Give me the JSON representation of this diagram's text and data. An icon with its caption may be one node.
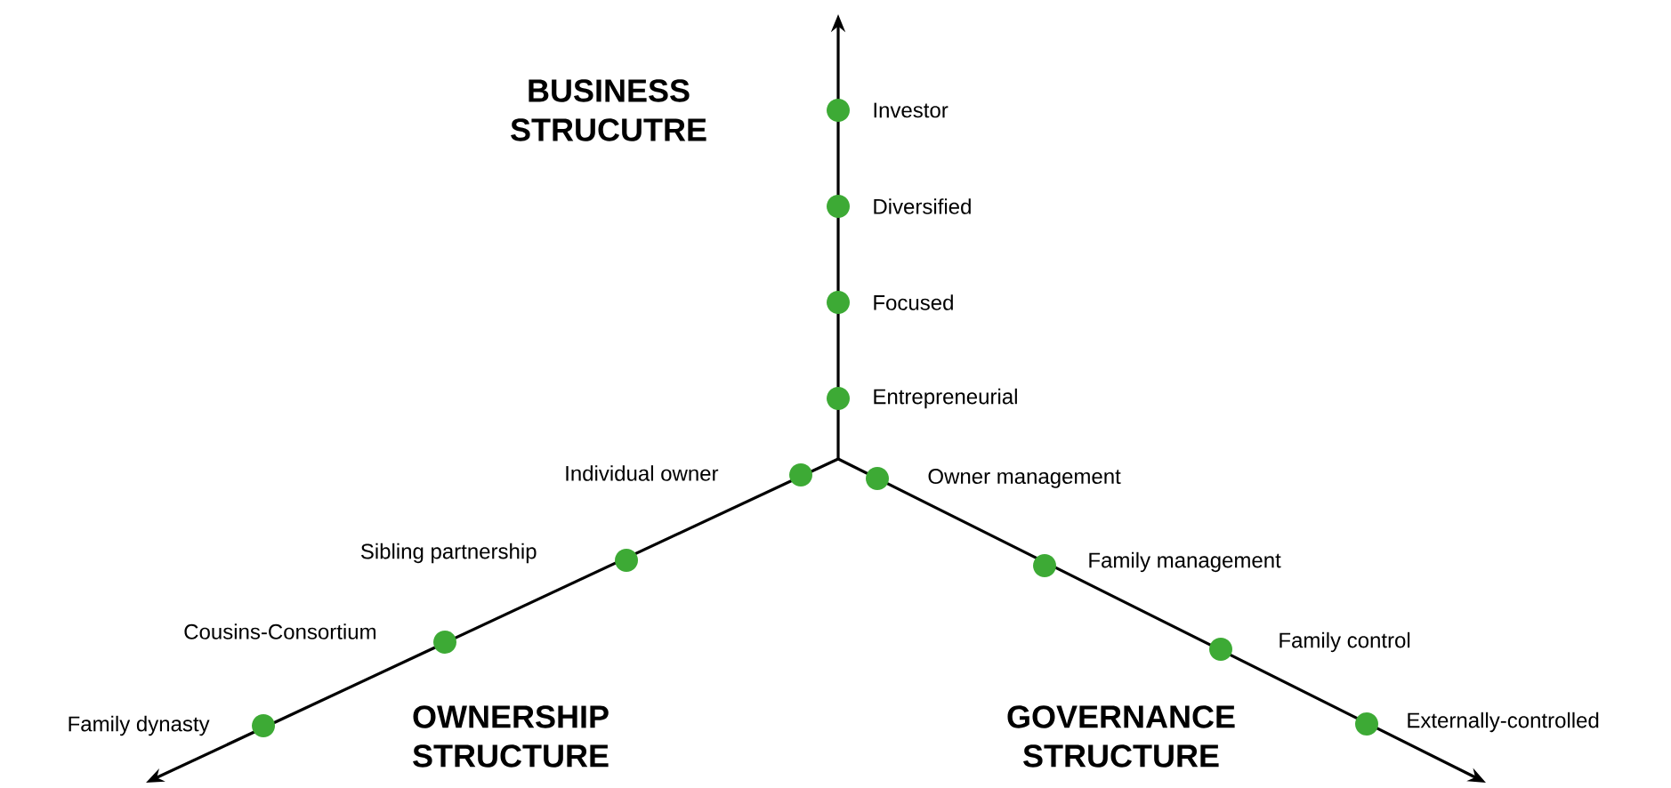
{
  "diagram": {
    "nodes": [
      {
        "text": [],
        "shape": "circle",
        "beside": [
          "Investor"
        ]
      },
      {
        "text": [],
        "shape": "circle",
        "beside": [
          "Diversified"
        ]
      },
      {
        "text": [],
        "shape": "circle",
        "beside": [
          "Focused"
        ]
      },
      {
        "text": [],
        "shape": "circle",
        "beside": [
          "Entrepreneurial"
        ]
      },
      {
        "text": [],
        "shape": "circle",
        "beside": [
          "Individual owner"
        ]
      },
      {
        "text": [],
        "shape": "circle",
        "beside": [
          "Owner management"
        ]
      },
      {
        "text": [],
        "shape": "circle",
        "beside": [
          "Sibling partnership"
        ]
      },
      {
        "text": [],
        "shape": "circle",
        "beside": [
          "Family management"
        ]
      },
      {
        "text": [],
        "shape": "circle",
        "beside": [
          "Cousins-Consortium"
        ]
      },
      {
        "text": [],
        "shape": "circle",
        "beside": [
          "Family control"
        ]
      },
      {
        "text": [],
        "shape": "circle",
        "beside": [
          "Family dynasty"
        ]
      },
      {
        "text": [],
        "shape": "circle",
        "beside": [
          "Externally-controlled"
        ]
      }
    ],
    "labels": [
      "BUSINESS STRUCUTRE",
      "OWNERSHIP STRUCTURE",
      "GOVERNANCE STRUCTURE"
    ]
  }
}
